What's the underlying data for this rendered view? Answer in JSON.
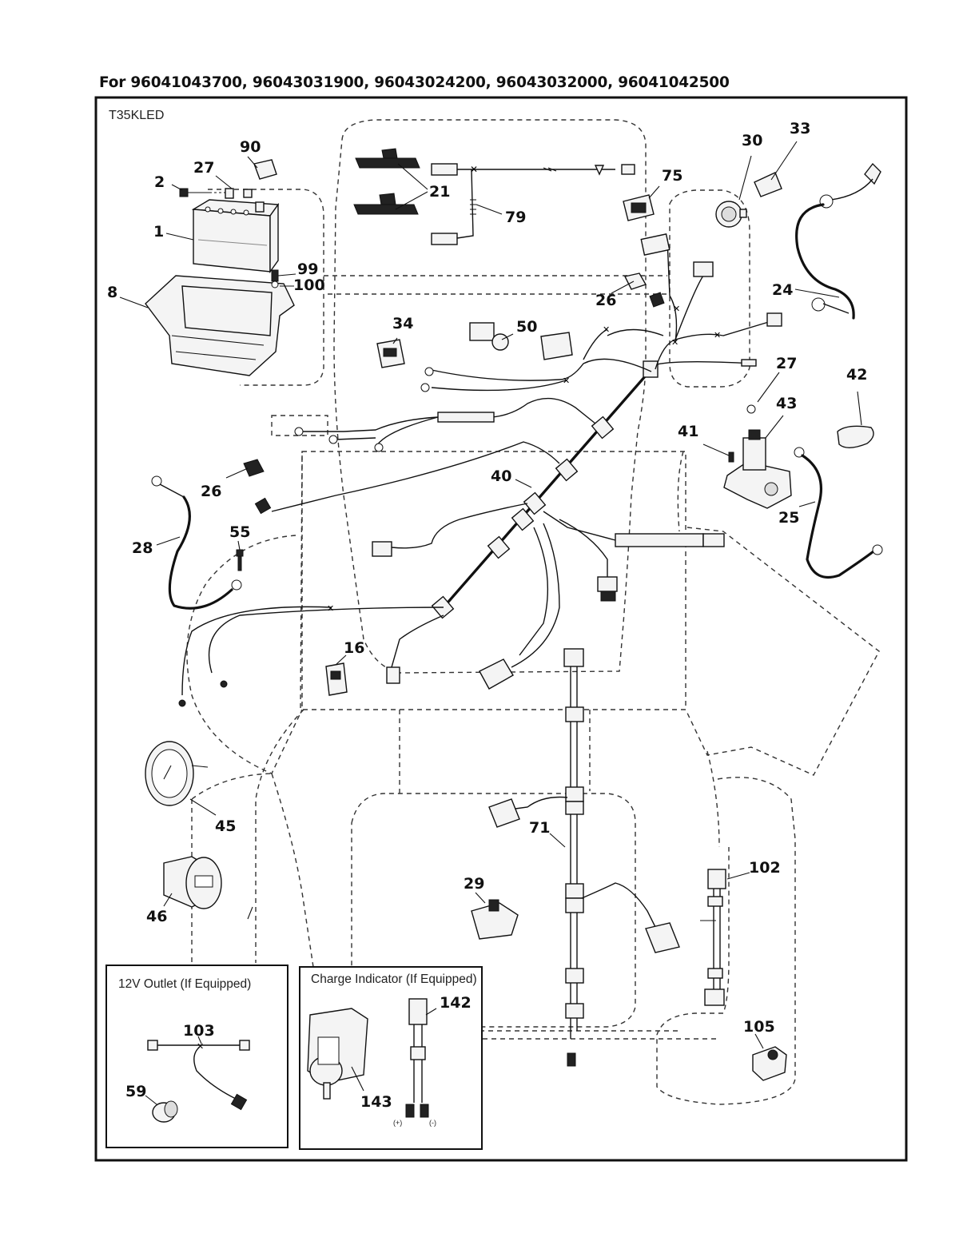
{
  "header": {
    "title": "For 96041043700, 96043031900, 96043024200, 96043032000, 96041042500"
  },
  "diagram": {
    "model_code": "T35KLED"
  },
  "insets": {
    "outlet_title": "12V Outlet (If Equipped)",
    "charge_title": "Charge Indicator (If Equipped)",
    "plus": "(+)",
    "minus": "(-)"
  },
  "callouts": {
    "p1": "1",
    "p2": "2",
    "p8": "8",
    "p16": "16",
    "p21": "21",
    "p24": "24",
    "p25": "25",
    "p26a": "26",
    "p26b": "26",
    "p27a": "27",
    "p27b": "27",
    "p28": "28",
    "p29": "29",
    "p30": "30",
    "p33": "33",
    "p34": "34",
    "p40": "40",
    "p41": "41",
    "p42": "42",
    "p43": "43",
    "p45": "45",
    "p46": "46",
    "p50": "50",
    "p55": "55",
    "p59": "59",
    "p71": "71",
    "p75": "75",
    "p79": "79",
    "p90": "90",
    "p99": "99",
    "p100": "100",
    "p102": "102",
    "p103": "103",
    "p105": "105",
    "p142": "142",
    "p143": "143"
  }
}
